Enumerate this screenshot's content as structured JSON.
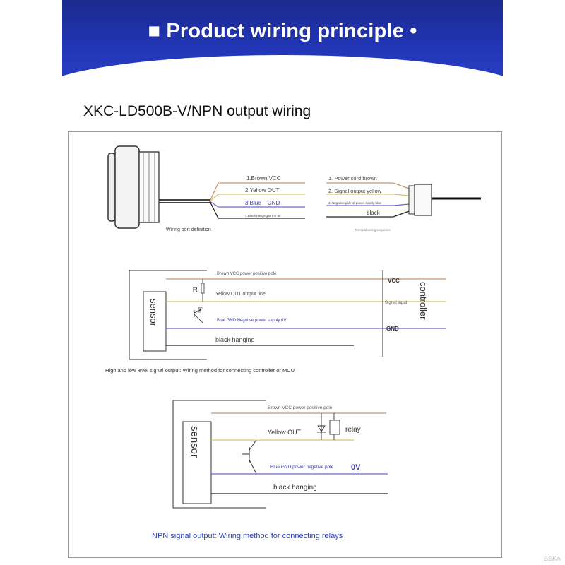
{
  "header": {
    "title": "■ Product wiring principle •",
    "subtitle": "USAGE METHOD"
  },
  "heading": "XKC-LD500B-V/NPN output wiring",
  "wiring_port": {
    "caption": "Wiring port definition",
    "left_labels": [
      "1.Brown VCC",
      "2.Yellow OUT",
      "3.Blue    GND",
      "4.Black hanging in the air"
    ],
    "right_labels": [
      "1. Power cord brown",
      "2. Signal output yellow",
      "3. Negative pole of power supply blue",
      "black"
    ],
    "right_caption": "Terminal wiring sequence"
  },
  "diagram1": {
    "sensor_label": "sensor",
    "r_label": "R",
    "transistor_label": "bg",
    "lines": [
      "Brown VCC power positive pole",
      "Yellow OUT output line",
      "Blue GND Negative power supply 0V",
      "black hanging"
    ],
    "controller_label": "controller",
    "vcc": "VCC",
    "signal_input": "Signal input",
    "gnd": "GND",
    "caption": "High and low level signal output: Wiring method for connecting controller or MCU"
  },
  "diagram2": {
    "sensor_label": "sensor",
    "lines": [
      "Brown VCC power positive pole",
      "Yellow OUT",
      "Blue GND power negative pole",
      "black hanging"
    ],
    "ov_label": "0V",
    "relay_label": "relay",
    "caption": "NPN signal output: Wiring method for connecting relays"
  },
  "watermark": "BSKA",
  "colors": {
    "banner": "#2236b8",
    "brown": "#c9966a",
    "yellow": "#d8c56a",
    "blue": "#6a6ad0",
    "black": "#222222",
    "caption_blue": "#2a3fb8"
  }
}
